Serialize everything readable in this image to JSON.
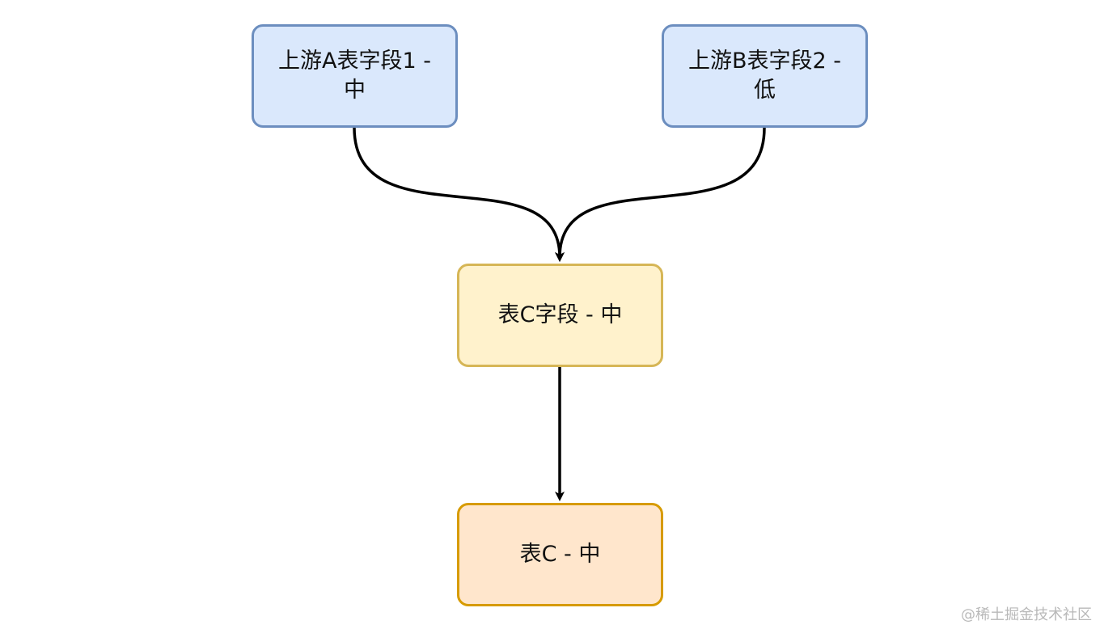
{
  "nodes": {
    "upstream_a": {
      "label": "上游A表字段1 -\n中",
      "fill": "#dae8fc",
      "stroke": "#6c8ebf"
    },
    "upstream_b": {
      "label": "上游B表字段2 -\n低",
      "fill": "#dae8fc",
      "stroke": "#6c8ebf"
    },
    "table_c_field": {
      "label": "表C字段 - 中",
      "fill": "#fff2cc",
      "stroke": "#d6b656"
    },
    "table_c": {
      "label": "表C - 中",
      "fill": "#ffe6cc",
      "stroke": "#d79b00"
    }
  },
  "edges": [
    {
      "from": "upstream_a",
      "to": "table_c_field"
    },
    {
      "from": "upstream_b",
      "to": "table_c_field"
    },
    {
      "from": "table_c_field",
      "to": "table_c"
    }
  ],
  "watermark": "@稀土掘金技术社区"
}
